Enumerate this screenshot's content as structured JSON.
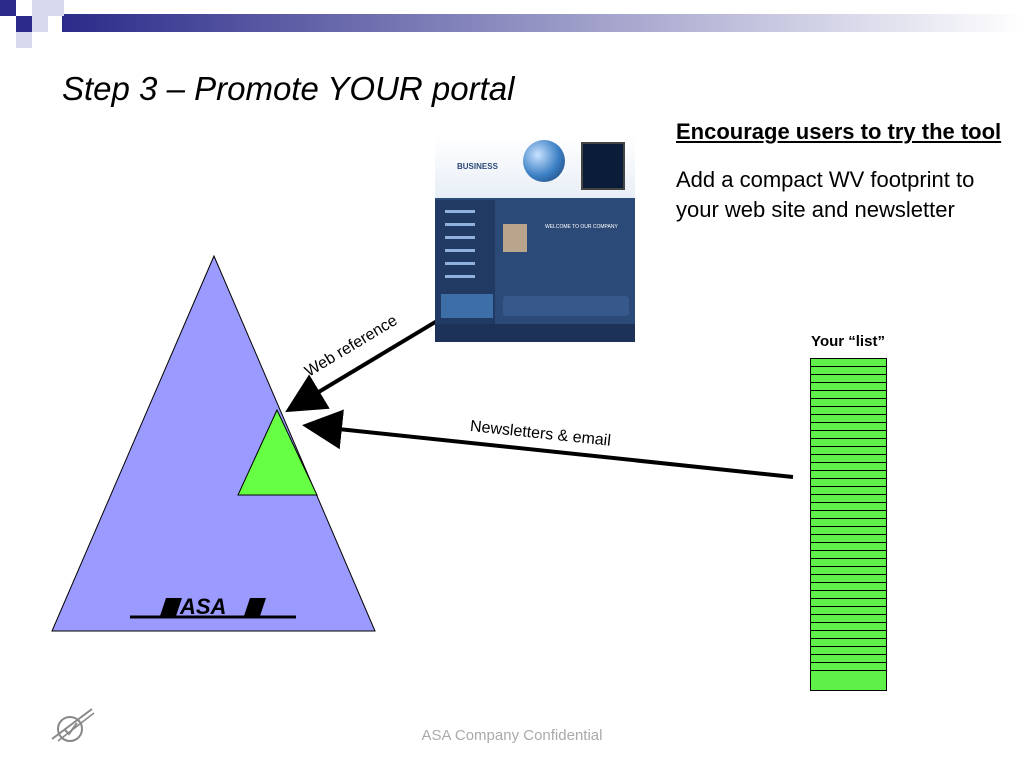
{
  "slide": {
    "title": "Step 3 – Promote YOUR portal",
    "heading": "Encourage users to try the tool",
    "body": "Add a compact WV footprint to your web site and newsletter",
    "footer": "ASA Company Confidential"
  },
  "diagram": {
    "web_reference_label": "Web reference",
    "newsletters_label": "Newsletters & email",
    "your_list_label": "Your “list”",
    "pyramid_logo_text": "ASA",
    "list_row_count": 40
  },
  "thumbnail": {
    "brand": "BUSINESS",
    "welcome": "WELCOME TO OUR COMPANY"
  },
  "colors": {
    "pyramid": "#9b9bff",
    "inner_triangle": "#66ff44",
    "list": "#5ff04a",
    "header_bar": "#2b2b8a",
    "footer_text": "#aaaaaa"
  }
}
